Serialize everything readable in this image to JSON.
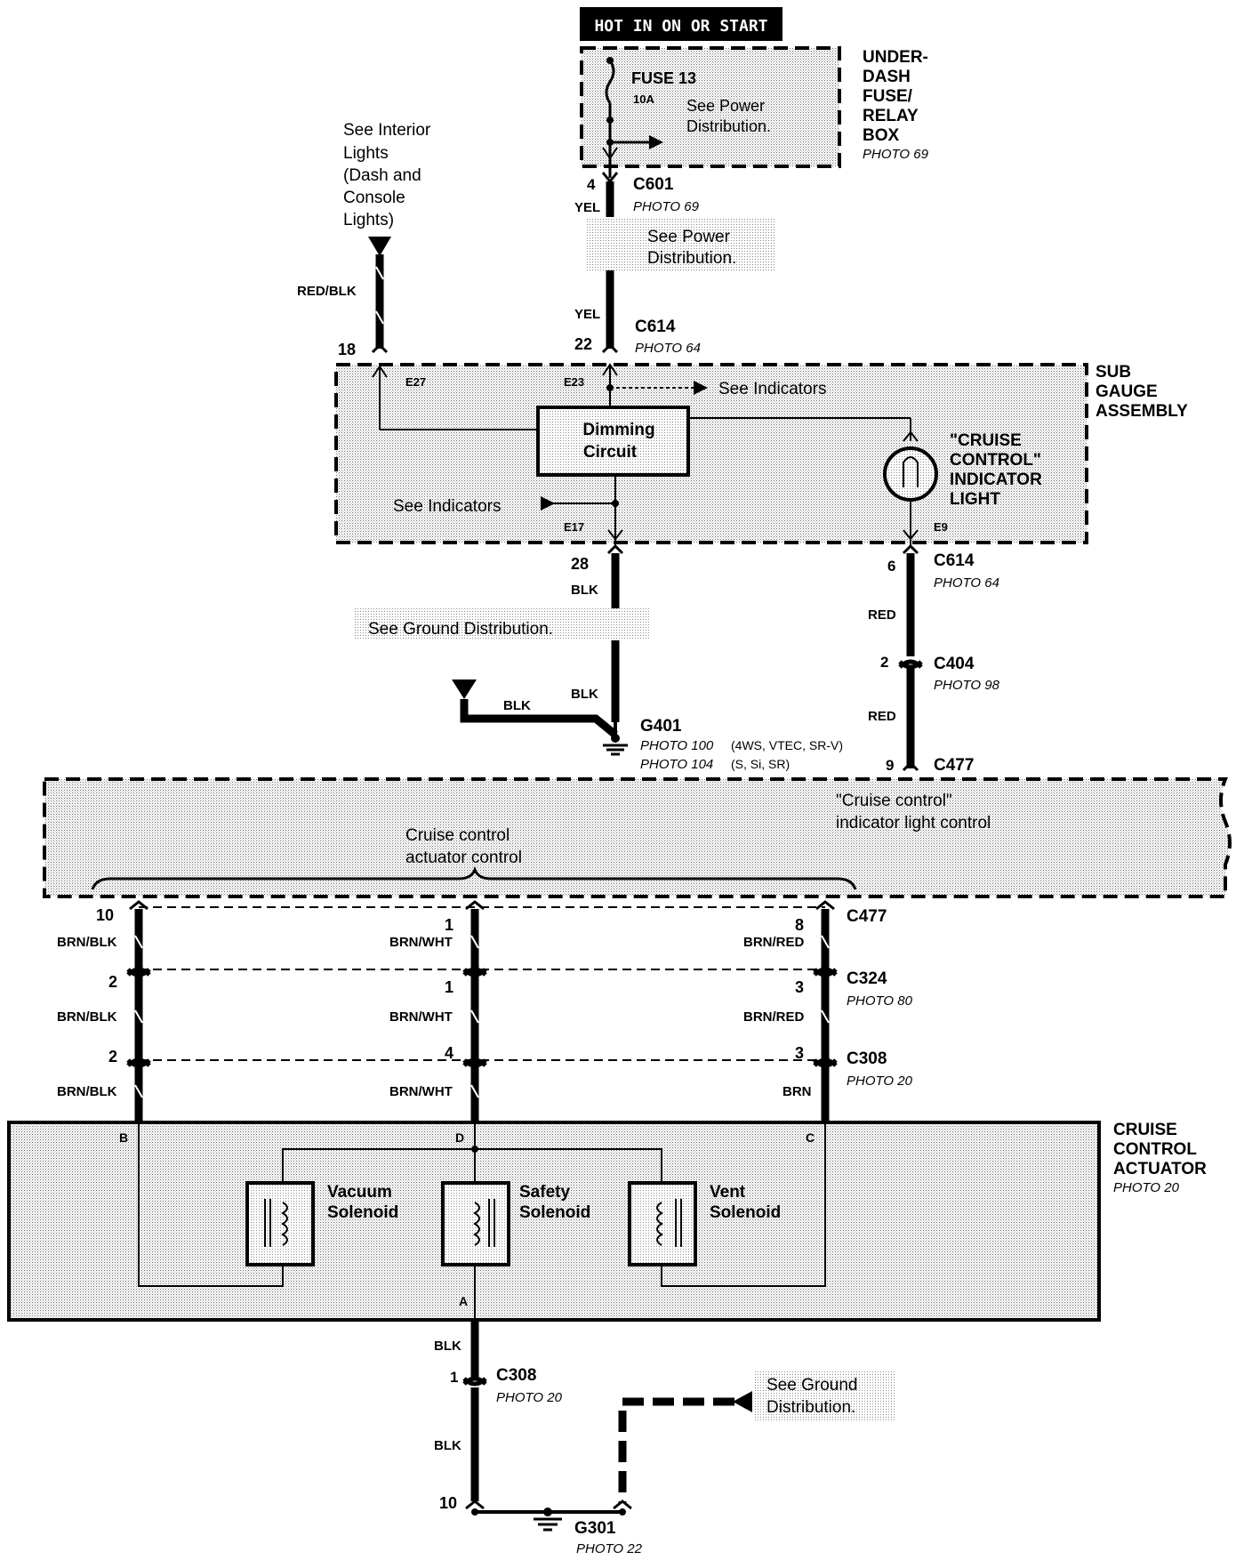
{
  "header": {
    "hot_label": "HOT IN ON OR START"
  },
  "fuse_box": {
    "name_lines": [
      "UNDER-",
      "DASH",
      "FUSE/",
      "RELAY",
      "BOX"
    ],
    "photo": "PHOTO 69",
    "fuse_name": "FUSE 13",
    "fuse_rating": "10A",
    "note_lines": [
      "See Power",
      "Distribution."
    ]
  },
  "c601": {
    "connector": "C601",
    "pin": "4",
    "wire": "YEL",
    "photo": "PHOTO 69"
  },
  "power_note": {
    "lines": [
      "See  Power",
      "Distribution."
    ]
  },
  "interior_lights": {
    "lines": [
      "See Interior",
      "Lights",
      "(Dash and",
      "Console",
      "Lights)"
    ]
  },
  "c614_top": {
    "connector": "C614",
    "photo": "PHOTO 64",
    "pin_left": "18",
    "pin_right": "22",
    "wire_left": "RED/BLK",
    "wire_right": "YEL"
  },
  "sub_gauge": {
    "name_lines": [
      "SUB",
      "GAUGE",
      "ASSEMBLY"
    ],
    "term_e27": "E27",
    "term_e23": "E23",
    "term_e17": "E17",
    "term_e9": "E9",
    "see_indicators_right": "See Indicators",
    "see_indicators_left": "See Indicators",
    "dimming_lines": [
      "Dimming",
      "Circuit"
    ],
    "light_lines": [
      "\"CRUISE",
      "CONTROL\"",
      "INDICATOR",
      "LIGHT"
    ]
  },
  "ground_g401": {
    "pin": "28",
    "wire1": "BLK",
    "wire2": "BLK",
    "wire3": "BLK",
    "note": "See Ground Distribution.",
    "name": "G401",
    "photo1": "PHOTO 100",
    "photo1_note": "(4WS, VTEC, SR-V)",
    "photo2": "PHOTO 104",
    "photo2_note": "(S, Si, SR)"
  },
  "right_chain": {
    "c614_pin": "6",
    "c614": "C614",
    "c614_photo": "PHOTO 64",
    "wire1": "RED",
    "c404_pin": "2",
    "c404": "C404",
    "c404_photo": "PHOTO 98",
    "wire2": "RED",
    "c477_pin": "9",
    "c477": "C477"
  },
  "control_unit": {
    "indicator_lines": [
      "\"Cruise control\"",
      "indicator light control"
    ],
    "actuator_lines": [
      "Cruise control",
      "actuator control"
    ]
  },
  "lower_connectors": {
    "c477": "C477",
    "c324": "C324",
    "c324_photo": "PHOTO 80",
    "c308": "C308",
    "c308_photo": "PHOTO 20",
    "left": {
      "pins": [
        "10",
        "2",
        "2"
      ],
      "wires": [
        "BRN/BLK",
        "BRN/BLK",
        "BRN/BLK"
      ]
    },
    "mid": {
      "pins": [
        "1",
        "1",
        "4"
      ],
      "wires": [
        "BRN/WHT",
        "BRN/WHT",
        "BRN/WHT"
      ]
    },
    "right": {
      "pins": [
        "8",
        "3",
        "3"
      ],
      "wires": [
        "BRN/RED",
        "BRN/RED",
        "BRN"
      ]
    }
  },
  "actuator": {
    "name_lines": [
      "CRUISE",
      "CONTROL",
      "ACTUATOR"
    ],
    "photo": "PHOTO 20",
    "term_b": "B",
    "term_d": "D",
    "term_c": "C",
    "term_a": "A",
    "vacuum_lines": [
      "Vacuum",
      "Solenoid"
    ],
    "safety_lines": [
      "Safety",
      "Solenoid"
    ],
    "vent_lines": [
      "Vent",
      "Solenoid"
    ]
  },
  "bottom": {
    "wire1": "BLK",
    "c308_pin": "1",
    "c308": "C308",
    "c308_photo": "PHOTO 20",
    "wire2": "BLK",
    "pin10": "10",
    "ground_note": [
      "See Ground",
      "Distribution."
    ],
    "g301": "G301",
    "g301_photo": "PHOTO 22"
  }
}
